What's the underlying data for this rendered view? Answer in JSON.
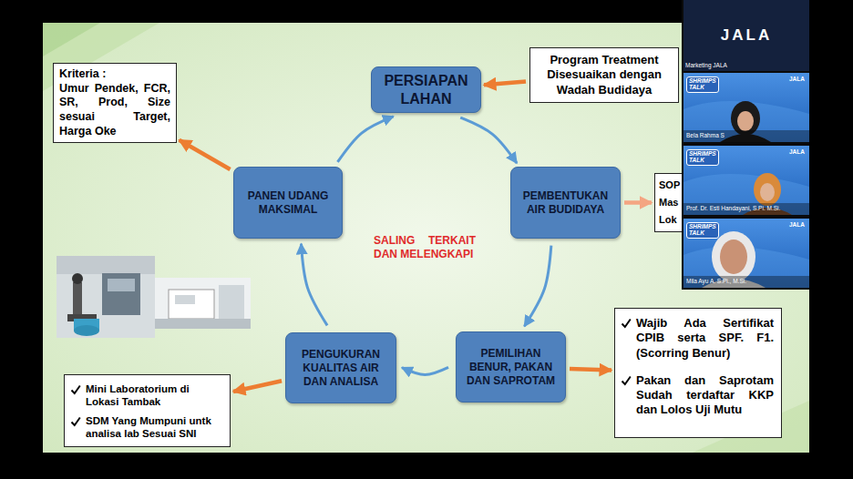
{
  "diagram": {
    "nodes": [
      {
        "text": [
          "PERSIAPAN LAHAN"
        ]
      },
      {
        "text": [
          "PEMBENTUKAN AIR BUDIDAYA"
        ]
      },
      {
        "text": [
          "PEMILIHAN BENUR, PAKAN DAN SAPROTAM"
        ]
      },
      {
        "text": [
          "PENGUKURAN KUALITAS AIR DAN ANALISA"
        ]
      },
      {
        "text": [
          "PANEN UDANG MAKSIMAL"
        ]
      },
      {
        "text": [
          "Program Treatment Disesuaikan dengan Wadah Budidaya"
        ]
      },
      {
        "text": [
          "SOP Mas Lok"
        ]
      },
      {
        "text": [
          "Kriteria :",
          "Umur Pendek, FCR, SR, Prod, Size sesuai Target, Harga Oke"
        ]
      },
      {
        "text": [
          "Wajib Ada Sertifikat CPIB serta SPF. F1. (Scorring Benur)",
          "Pakan dan Saprotam Sudah terdaftar KKP dan Lolos Uji Mutu"
        ]
      },
      {
        "text": [
          "Mini Laboratorium di Lokasi Tambak",
          "SDM Yang Mumpuni untk analisa lab Sesuai SNI"
        ]
      }
    ],
    "edges": [
      {
        "from": 0,
        "to": 1,
        "arrow": "to"
      },
      {
        "from": 1,
        "to": 2,
        "arrow": "to"
      },
      {
        "from": 2,
        "to": 3,
        "arrow": "to"
      },
      {
        "from": 3,
        "to": 4,
        "arrow": "to"
      },
      {
        "from": 4,
        "to": 0,
        "arrow": "to"
      },
      {
        "from": 5,
        "to": 0,
        "arrow": "to"
      },
      {
        "from": 1,
        "to": 6,
        "arrow": "to"
      },
      {
        "from": 2,
        "to": 8,
        "arrow": "to"
      },
      {
        "from": 3,
        "to": 9,
        "arrow": "to"
      },
      {
        "from": 4,
        "to": 7,
        "arrow": "to"
      }
    ],
    "labels": [
      "SALING TERKAIT DAN MELENGKAPI",
      "JALA",
      "Marketing JALA",
      "SHRIMPS TALK",
      "JALA",
      "Bela Rahma S",
      "SHRIMPS TALK",
      "JALA",
      "Prof. Dr. Esti Handayani, S.Pi. M.Si.",
      "SHRIMPS TALK",
      "JALA",
      "Mila Ayu A. S.Pi., M.Si."
    ]
  }
}
